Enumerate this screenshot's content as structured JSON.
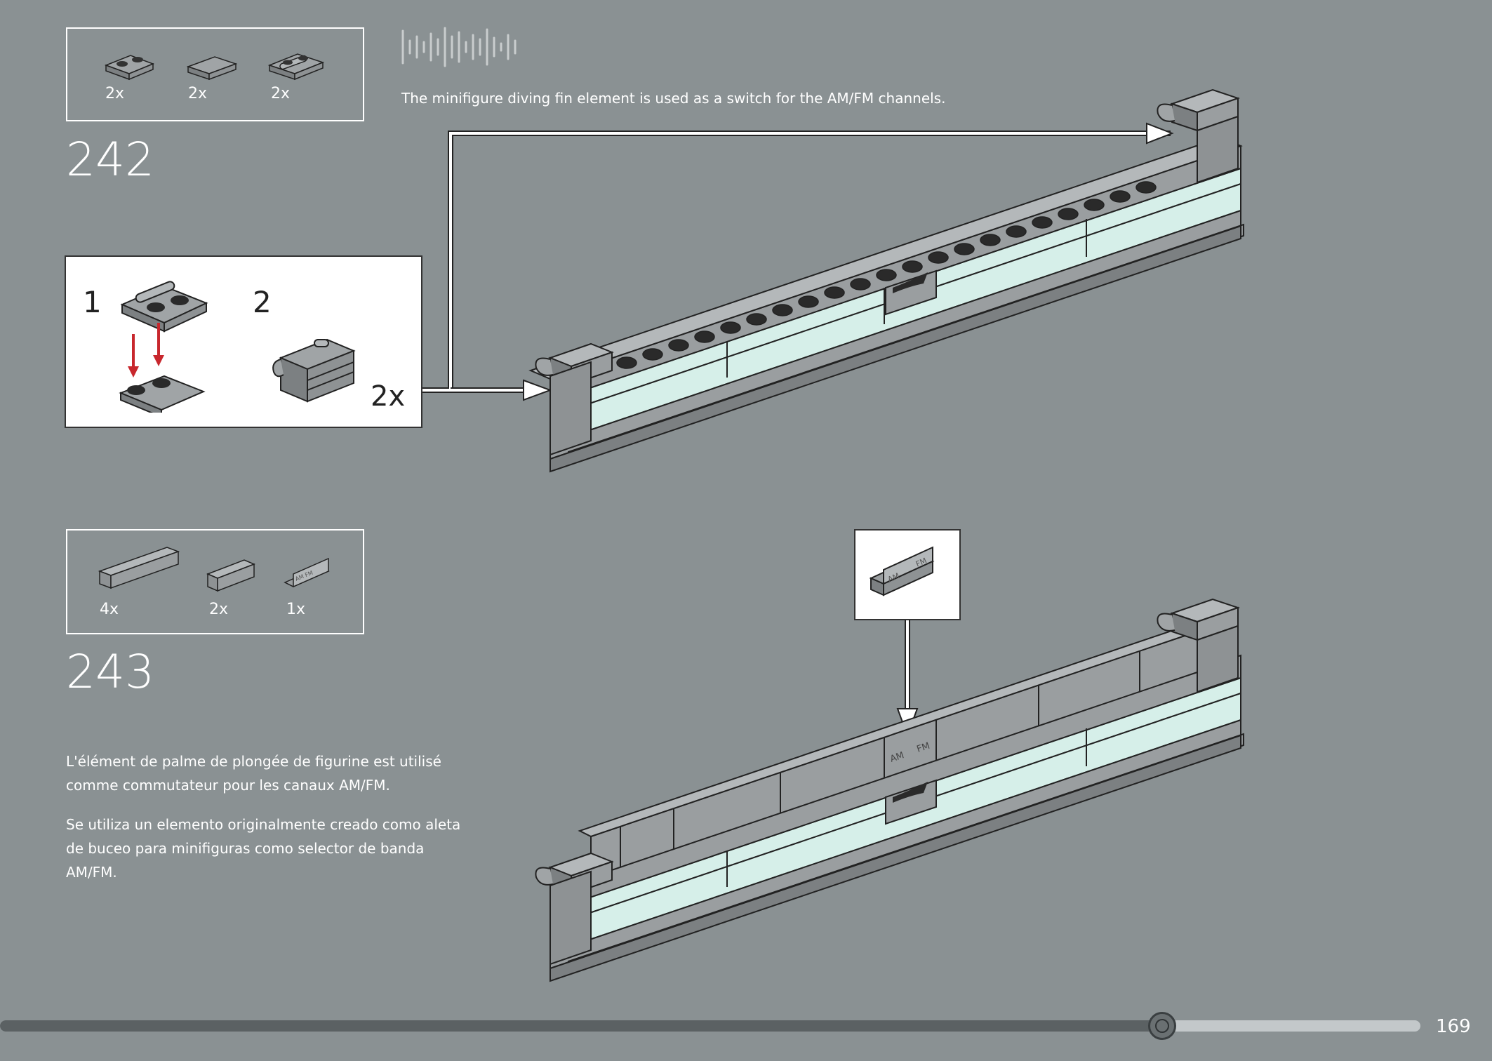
{
  "steps": [
    {
      "number": "242",
      "parts": [
        {
          "count": "2x"
        },
        {
          "count": "2x"
        },
        {
          "count": "2x"
        }
      ],
      "note": "The minifigure diving fin element is used as a switch for the AM/FM channels.",
      "substep": {
        "label_1": "1",
        "label_2": "2",
        "multiplier": "2x"
      }
    },
    {
      "number": "243",
      "parts": [
        {
          "count": "4x"
        },
        {
          "count": "2x"
        },
        {
          "count": "1x"
        }
      ],
      "notes": [
        "L'élément de palme de plongée de figurine est utilisé comme commutateur pour les canaux AM/FM.",
        "Se utiliza un elemento originalmente creado como aleta de buceo para minifiguras como selector de banda AM/FM."
      ]
    }
  ],
  "tile_print": {
    "left": "AM",
    "right": "FM"
  },
  "page": {
    "number": "169",
    "progress": 0.818
  },
  "colors": {
    "background": "#8a9193",
    "brick_gray": "#9a9ea0",
    "transparent_light": "#d6efe9",
    "arrow_red": "#c8272d",
    "progress_fill": "#5b6163",
    "progress_track": "#c3c8ca"
  },
  "icons": [
    "audio-wave-icon"
  ]
}
